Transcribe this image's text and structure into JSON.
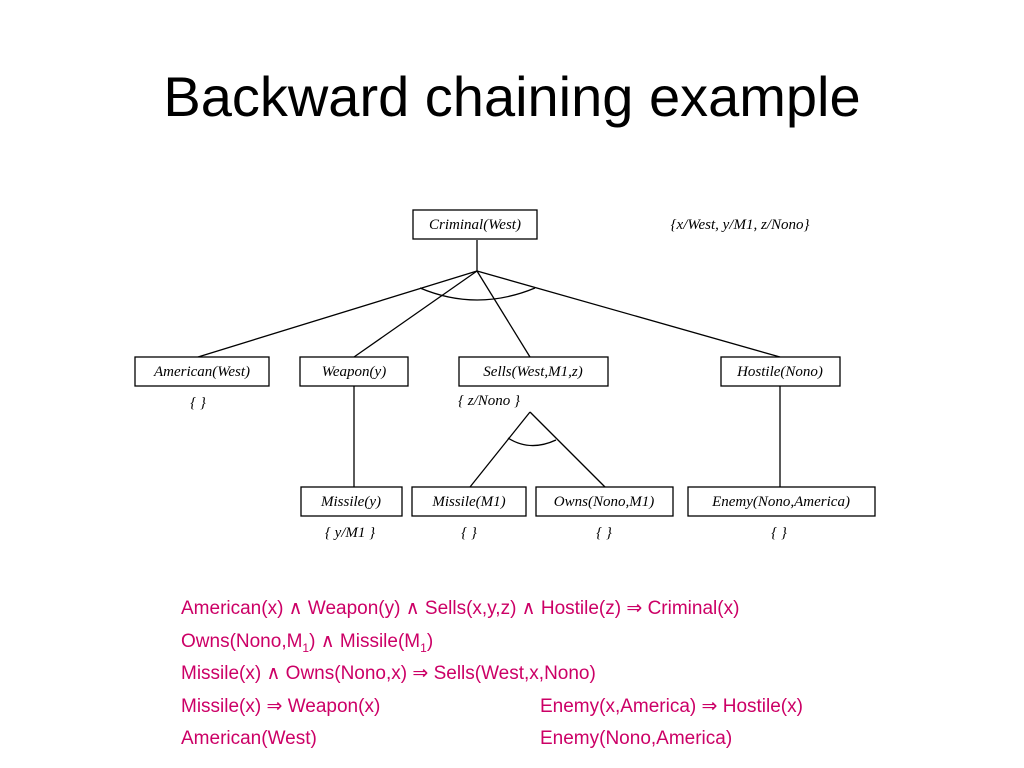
{
  "title": "Backward chaining example",
  "substitution_label": "{x/West, y/M1, z/Nono}",
  "nodes": {
    "criminal": "Criminal(West)",
    "american": "American(West)",
    "weapon": "Weapon(y)",
    "sells": "Sells(West,M1,z)",
    "hostile": "Hostile(Nono)",
    "missile_y": "Missile(y)",
    "missile_m1": "Missile(M1)",
    "owns": "Owns(Nono,M1)",
    "enemy": "Enemy(Nono,America)"
  },
  "subs": {
    "american": "{ }",
    "sells": "{ z/Nono }",
    "missile_y": "{ y/M1 }",
    "missile_m1": "{ }",
    "owns": "{ }",
    "enemy": "{ }"
  },
  "rules": {
    "r1": "American(x) ∧ Weapon(y) ∧ Sells(x,y,z) ∧ Hostile(z) ⇒ Criminal(x)",
    "r2_a": "Owns(Nono,M",
    "r2_sub1": "1",
    "r2_b": ") ∧ Missile(M",
    "r2_sub2": "1",
    "r2_c": ")",
    "r3": "Missile(x) ∧ Owns(Nono,x) ⇒ Sells(West,x,Nono)",
    "r4": "Missile(x) ⇒ Weapon(x)",
    "r4b": "Enemy(x,America) ⇒ Hostile(x)",
    "r5": "American(West)",
    "r5b": "Enemy(Nono,America)"
  },
  "colors": {
    "rules_text": "#cc0066",
    "title_text": "#000000"
  }
}
